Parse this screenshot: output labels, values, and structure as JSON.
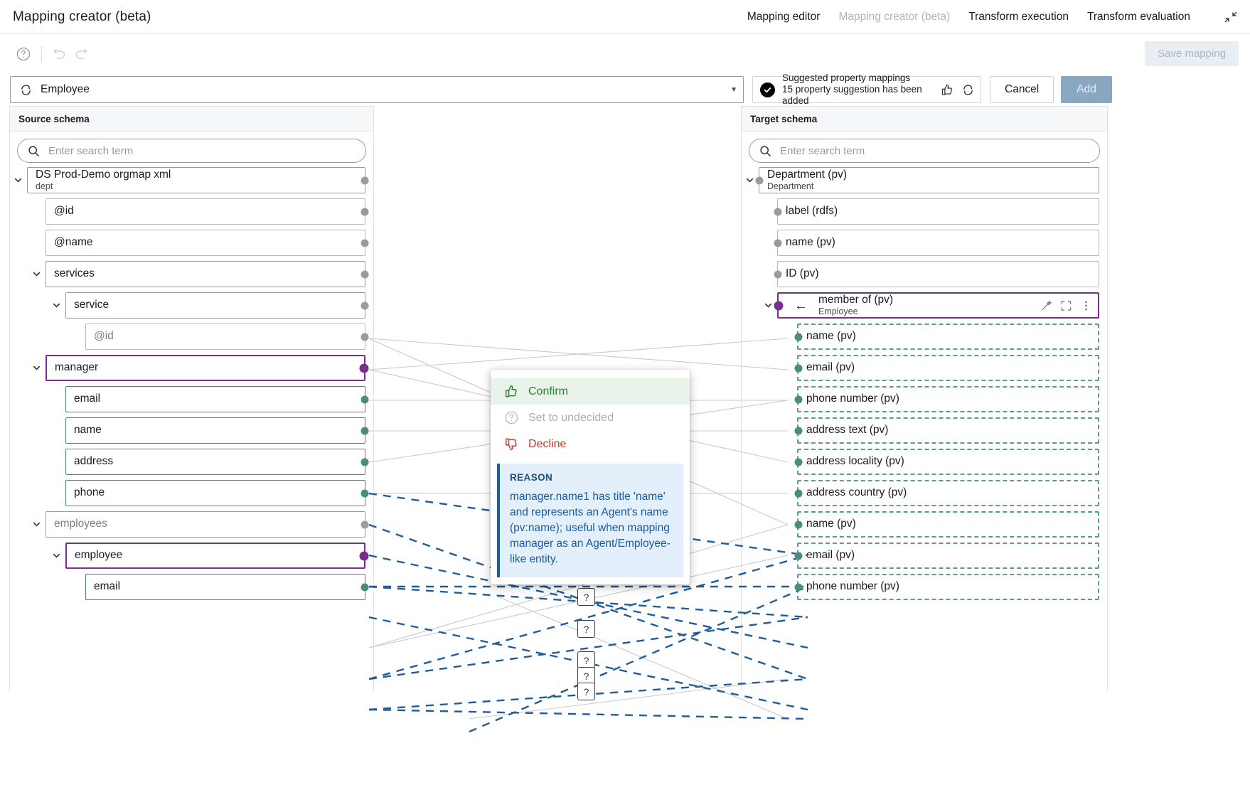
{
  "header": {
    "title": "Mapping creator (beta)",
    "nav": [
      {
        "label": "Mapping editor",
        "active": false
      },
      {
        "label": "Mapping creator (beta)",
        "active": true
      },
      {
        "label": "Transform execution",
        "active": false
      },
      {
        "label": "Transform evaluation",
        "active": false
      }
    ],
    "collapse_icon": "collapse-diagonal-icon"
  },
  "toolbar": {
    "help_icon": "help-circle-icon",
    "undo_icon": "undo-icon",
    "redo_icon": "redo-icon",
    "save_label": "Save mapping"
  },
  "entity_select": {
    "icon": "refresh-cycle-icon",
    "value": "Employee",
    "caret_icon": "chevron-down-icon"
  },
  "suggestion": {
    "status_icon": "check-circle-filled-icon",
    "title": "Suggested property mappings",
    "subtitle": "15 property suggestion has been added",
    "thumbup_icon": "thumbs-up-icon",
    "refresh_icon": "refresh-icon",
    "cancel_label": "Cancel",
    "add_label": "Add"
  },
  "source_panel": {
    "title": "Source schema",
    "search_placeholder": "Enter search term",
    "search_value": "",
    "search_icon": "search-icon",
    "nodes": [
      {
        "label": "DS Prod-Demo orgmap xml",
        "sub": "dept",
        "indent": 0,
        "style": "grey",
        "chevron": true,
        "dot_right": "grey"
      },
      {
        "label": "@id",
        "sub": "",
        "indent": 1,
        "style": "grey-thin",
        "chevron": false,
        "dot_right": "grey"
      },
      {
        "label": "@name",
        "sub": "",
        "indent": 1,
        "style": "grey-thin",
        "chevron": false,
        "dot_right": "grey"
      },
      {
        "label": "services",
        "sub": "",
        "indent": 1,
        "style": "grey",
        "chevron": true,
        "dot_right": "grey"
      },
      {
        "label": "service",
        "sub": "",
        "indent": 2,
        "style": "grey",
        "chevron": true,
        "dot_right": "grey"
      },
      {
        "label": "@id",
        "sub": "",
        "indent": 3,
        "style": "grey-thin",
        "chevron": false,
        "dot_right": "grey"
      },
      {
        "label": "manager",
        "sub": "",
        "indent": 1,
        "style": "purple",
        "chevron": true,
        "dot_right": "purple"
      },
      {
        "label": "email",
        "sub": "",
        "indent": 2,
        "style": "teal",
        "chevron": false,
        "dot_right": "teal"
      },
      {
        "label": "name",
        "sub": "",
        "indent": 2,
        "style": "teal",
        "chevron": false,
        "dot_right": "teal"
      },
      {
        "label": "address",
        "sub": "",
        "indent": 2,
        "style": "teal",
        "chevron": false,
        "dot_right": "teal"
      },
      {
        "label": "phone",
        "sub": "",
        "indent": 2,
        "style": "teal",
        "chevron": false,
        "dot_right": "teal"
      },
      {
        "label": "employees",
        "sub": "",
        "indent": 1,
        "style": "grey-muted",
        "chevron": true,
        "dot_right": "grey"
      },
      {
        "label": "employee",
        "sub": "",
        "indent": 2,
        "style": "purple",
        "chevron": true,
        "dot_right": "purple"
      },
      {
        "label": "email",
        "sub": "",
        "indent": 3,
        "style": "teal",
        "chevron": false,
        "dot_right": "teal"
      }
    ]
  },
  "target_panel": {
    "title": "Target schema",
    "search_placeholder": "Enter search term",
    "search_value": "",
    "search_icon": "search-icon",
    "nodes": [
      {
        "label": "Department (pv)",
        "sub": "Department",
        "indent": 0,
        "style": "grey",
        "chevron": true,
        "dot_left": "grey"
      },
      {
        "label": "label (rdfs)",
        "sub": "",
        "indent": 1,
        "style": "grey-thin",
        "chevron": false,
        "dot_left": "grey"
      },
      {
        "label": "name (pv)",
        "sub": "",
        "indent": 1,
        "style": "grey-thin",
        "chevron": false,
        "dot_left": "grey"
      },
      {
        "label": "ID (pv)",
        "sub": "",
        "indent": 1,
        "style": "grey-thin",
        "chevron": false,
        "dot_left": "grey"
      },
      {
        "label": "member of (pv)",
        "sub": "Employee",
        "indent": 1,
        "style": "purple",
        "chevron": true,
        "dot_left": "purple",
        "back_arrow": "arrow-left-icon",
        "icons": [
          "magic-wand-icon",
          "expand-icon",
          "more-vertical-icon"
        ]
      },
      {
        "label": "name (pv)",
        "sub": "",
        "indent": 2,
        "style": "dashed-teal",
        "chevron": false,
        "dot_left": "teal"
      },
      {
        "label": "email (pv)",
        "sub": "",
        "indent": 2,
        "style": "dashed-teal",
        "chevron": false,
        "dot_left": "teal"
      },
      {
        "label": "phone number (pv)",
        "sub": "",
        "indent": 2,
        "style": "dashed-teal",
        "chevron": false,
        "dot_left": "teal"
      },
      {
        "label": "address text (pv)",
        "sub": "",
        "indent": 2,
        "style": "dashed-teal",
        "chevron": false,
        "dot_left": "teal"
      },
      {
        "label": "address locality (pv)",
        "sub": "",
        "indent": 2,
        "style": "dashed-teal",
        "chevron": false,
        "dot_left": "teal"
      },
      {
        "label": "address country (pv)",
        "sub": "",
        "indent": 2,
        "style": "dashed-teal",
        "chevron": false,
        "dot_left": "teal"
      },
      {
        "label": "name (pv)",
        "sub": "",
        "indent": 2,
        "style": "dashed-teal",
        "chevron": false,
        "dot_left": "teal"
      },
      {
        "label": "email (pv)",
        "sub": "",
        "indent": 2,
        "style": "dashed-teal",
        "chevron": false,
        "dot_left": "teal"
      },
      {
        "label": "phone number (pv)",
        "sub": "",
        "indent": 2,
        "style": "dashed-teal",
        "chevron": false,
        "dot_left": "teal"
      }
    ]
  },
  "popup": {
    "confirm_label": "Confirm",
    "confirm_icon": "thumbs-up-icon",
    "undecided_label": "Set to undecided",
    "undecided_icon": "question-circle-icon",
    "decline_label": "Decline",
    "decline_icon": "thumbs-down-icon",
    "reason_title": "REASON",
    "reason_text": "manager.name1 has title 'name' and represents an Agent's name (pv:name); useful when mapping manager as an Agent/Employee-like entity."
  },
  "badges": {
    "question_glyph": "?",
    "count": 5
  },
  "colors": {
    "purple": "#7b2d8e",
    "teal": "#3f8a7d",
    "link_blue": "#1f5c99",
    "accent_blue": "#8aa7c1",
    "confirm_green": "#2e7d32",
    "decline_red": "#c0392b"
  }
}
